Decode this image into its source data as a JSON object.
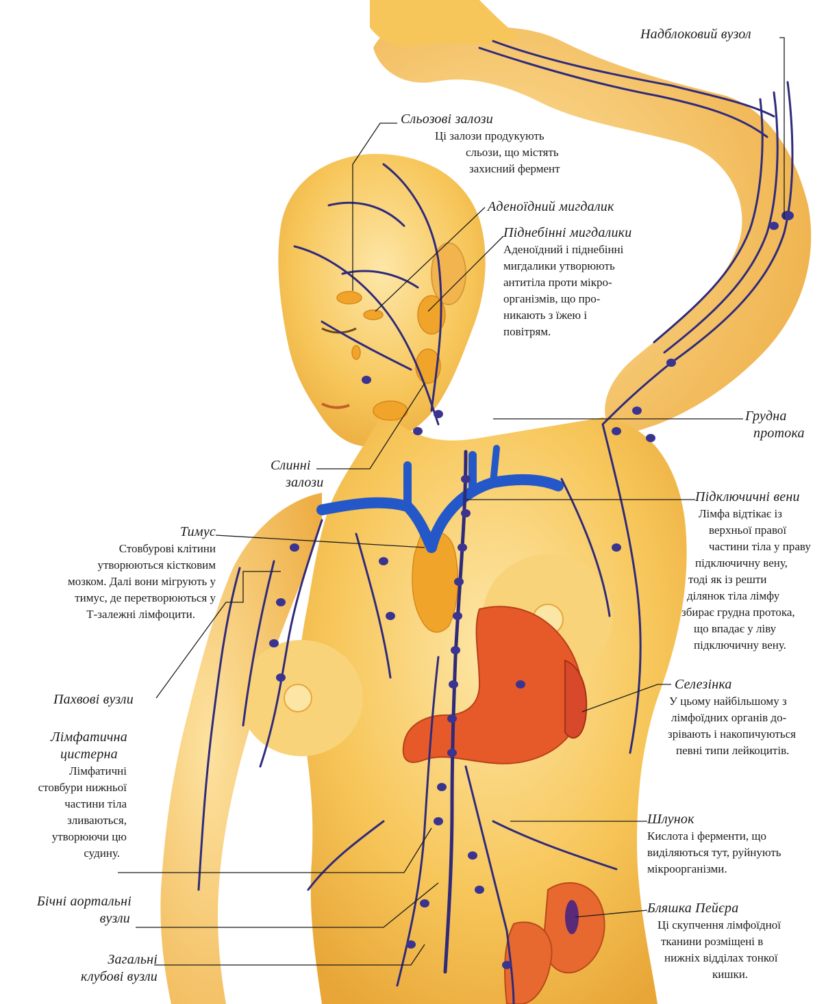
{
  "colors": {
    "skin": "#f7c65a",
    "skin_light": "#fde7a8",
    "skin_shadow": "#e8a638",
    "lymph_vessel": "#2f2a7a",
    "node": "#3a3490",
    "vein": "#2458c8",
    "gland": "#f0a52a",
    "stomach": "#e65a2a",
    "intestine": "#e8692f",
    "leader_line": "#1a1a1a"
  },
  "labels": {
    "supratrochlear": {
      "title": "Надблоковий вузол"
    },
    "lacrimal": {
      "title": "Сльозові залози",
      "desc": [
        "Ці залози продукують",
        "сльози, що містять",
        "захисний фермент"
      ]
    },
    "adenoid": {
      "title": "Аденоїдний мигдалик"
    },
    "palatine": {
      "title": "Піднебінні мигдалики",
      "desc": [
        "Аденоїдний і піднебінні",
        "мигдалики утворюють",
        "антитіла проти мікро-",
        "організмів, що про-",
        "никають з їжею і",
        "повітрям."
      ]
    },
    "thoracic_duct": {
      "title": [
        "Грудна",
        "протока"
      ]
    },
    "salivary": {
      "title": [
        "Слинні",
        "залози"
      ]
    },
    "subclavian": {
      "title": "Підключичні вени",
      "desc": [
        "Лімфа відтікає із",
        "верхньої правої",
        "частини тіла у праву",
        "підключичну вену,",
        "тоді як із решти",
        "ділянок тіла лімфу",
        "збирає грудна протока,",
        "що впадає у ліву",
        "підключичну вену."
      ]
    },
    "thymus": {
      "title": "Тимус",
      "desc": [
        "Стовбурові клітини",
        "утворюються кістковим",
        "мозком. Далі вони мігрують у",
        "тимус, де перетворюються у",
        "Т-залежні лімфоцити."
      ]
    },
    "axillary": {
      "title": "Пахвові вузли"
    },
    "spleen": {
      "title": "Селезінка",
      "desc": [
        "У цьому найбільшому з",
        "лімфоїдних органів до-",
        "зрівають і накопичуються",
        "певні типи лейкоцитів."
      ]
    },
    "cistern": {
      "title": [
        "Лімфатична",
        "цистерна"
      ],
      "desc": [
        "Лімфатичні",
        "стовбури нижньої",
        "частини тіла",
        "зливаються,",
        "утворюючи цю",
        "судину."
      ]
    },
    "stomach": {
      "title": "Шлунок",
      "desc": [
        "Кислота і ферменти, що",
        "виділяються тут, руйнують",
        "мікроорганізми."
      ]
    },
    "lateral_aortic": {
      "title": [
        "Бічні аортальні",
        "вузли"
      ]
    },
    "peyer": {
      "title": "Бляшка Пейєра",
      "desc": [
        "Ці скупчення лімфоїдної",
        "тканини розміщені в",
        "нижніх відділах тонкої",
        "кишки."
      ]
    },
    "common_iliac": {
      "title": [
        "Загальні",
        "клубові вузли"
      ]
    }
  }
}
